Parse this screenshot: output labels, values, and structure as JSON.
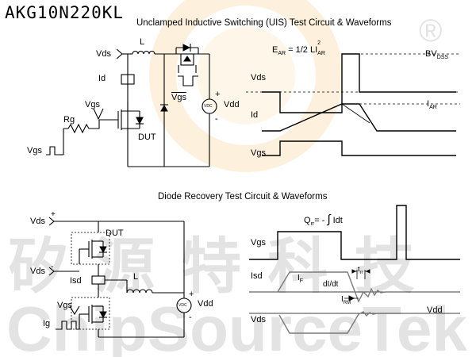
{
  "part_number": "AKG10N220KL",
  "uis": {
    "title": "Unclamped Inductive Switching (UIS) Test Circuit & Waveforms",
    "formula": {
      "lhs": "E",
      "lhs_sub": "AR",
      "rhs": "= 1/2 LI",
      "rhs_sup": "2",
      "rhs_sub": "AR"
    },
    "circuit_labels": {
      "vds": "Vds",
      "l": "L",
      "id": "Id",
      "vgs": "Vgs",
      "rg": "Rg",
      "dut": "DUT",
      "vgs_drive": "Vgs",
      "vgs_bar": "Vgs",
      "vdd": "Vdd",
      "plus": "+",
      "minus": "-",
      "vdc": "VDC"
    },
    "wave_labels": {
      "bvdss": "BV",
      "bvdss_sub": "DSS",
      "vds": "Vds",
      "iar": "I",
      "iar_sub": "AR",
      "id": "Id",
      "vgs": "Vgs"
    }
  },
  "diode": {
    "title": "Diode Recovery Test Circuit & Waveforms",
    "formula": {
      "lhs": "Q",
      "lhs_sub": "rr",
      "rhs": "= - ",
      "integral": "∫",
      "rhs_tail": " Idt"
    },
    "circuit_labels": {
      "vds_top": "Vds",
      "plus": "+",
      "dut": "DUT",
      "vds_mid": "Vds",
      "minus": "-",
      "isd": "Isd",
      "l": "L",
      "vgs": "Vgs",
      "ig": "Ig",
      "vdd": "Vdd",
      "plus2": "+",
      "minus2": "-",
      "vdc": "VDC"
    },
    "wave_labels": {
      "vgs": "Vgs",
      "isd": "Isd",
      "if": "I",
      "if_sub": "F",
      "didt": "dI/dt",
      "trr": "t",
      "trr_sub": "rr",
      "irm": "I",
      "irm_sub": "RM",
      "vdd": "Vdd",
      "vds": "Vds"
    }
  },
  "watermark": {
    "cn": "矽 源 特 科 技",
    "en": "ChipSourceTek",
    "mark": "®"
  },
  "colors": {
    "ink": "#000000",
    "watermark": "#e3e3e3",
    "logo_orange": "#f5b24a",
    "recovery_grey": "#7a7a7a"
  }
}
